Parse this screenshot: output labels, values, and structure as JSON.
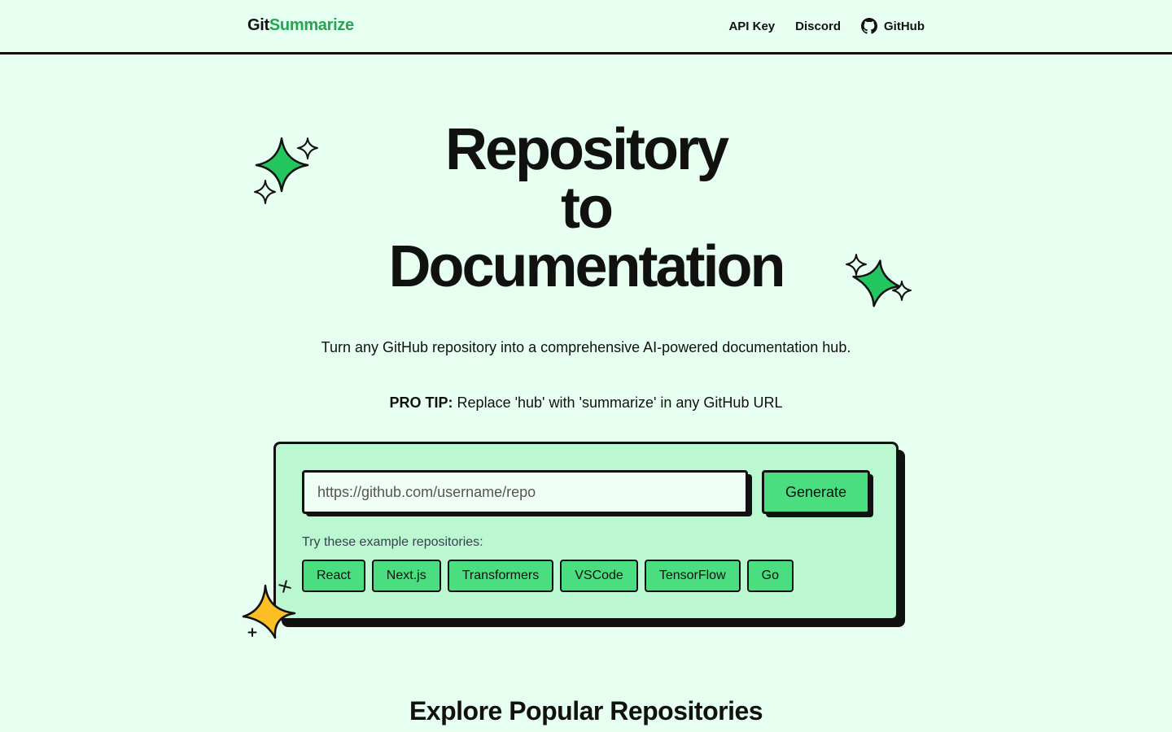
{
  "header": {
    "brand_part1": "Git",
    "brand_part2": "Summarize",
    "nav": {
      "api_key": "API Key",
      "discord": "Discord",
      "github": "GitHub"
    }
  },
  "hero": {
    "title_line1": "Repository",
    "title_line2": "to",
    "title_line3": "Documentation",
    "subtitle": "Turn any GitHub repository into a comprehensive AI-powered documentation hub.",
    "protip_label": "PRO TIP:",
    "protip_text": "Replace 'hub' with 'summarize' in any GitHub URL"
  },
  "form": {
    "url_placeholder": "https://github.com/username/repo",
    "url_value": "",
    "generate_label": "Generate",
    "examples_label": "Try these example repositories:",
    "examples": [
      "React",
      "Next.js",
      "Transformers",
      "VSCode",
      "TensorFlow",
      "Go"
    ]
  },
  "explore_heading": "Explore Popular Repositories",
  "colors": {
    "background": "#e6fff0",
    "accent": "#22a652",
    "button_green": "#4ade80",
    "card_green": "#bbf7d0",
    "sparkle_green": "#22c55e",
    "sparkle_yellow": "#fbbf24"
  },
  "icons": [
    "github-icon",
    "sparkle-icon"
  ]
}
